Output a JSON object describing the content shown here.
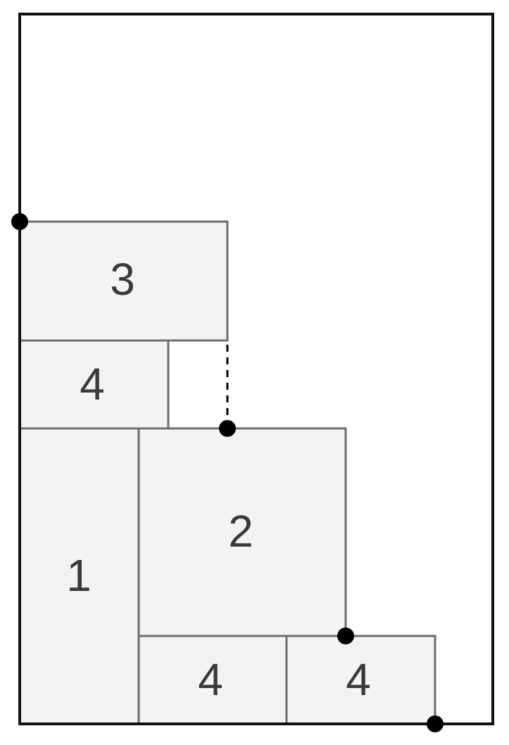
{
  "diagram": {
    "blocks": [
      {
        "id": "block-1",
        "label": "1"
      },
      {
        "id": "block-2",
        "label": "2"
      },
      {
        "id": "block-3",
        "label": "3"
      },
      {
        "id": "block-4-upper",
        "label": "4"
      },
      {
        "id": "block-4-bottom-left",
        "label": "4"
      },
      {
        "id": "block-4-bottom-right",
        "label": "4"
      }
    ],
    "colors": {
      "block_fill": "#f3f3f3",
      "block_stroke": "#6e6e6e",
      "container_stroke": "#111111",
      "point_fill": "#000000"
    }
  }
}
